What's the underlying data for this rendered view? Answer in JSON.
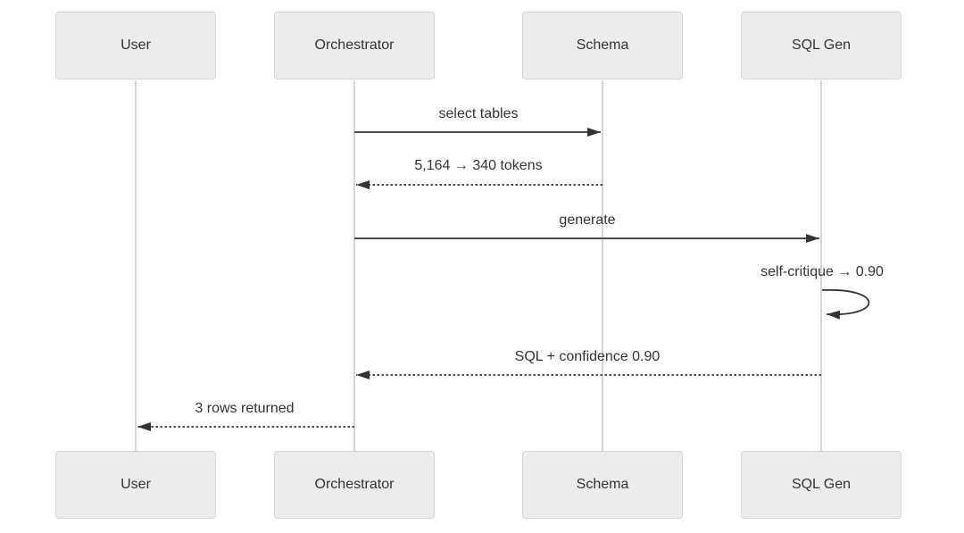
{
  "diagram": {
    "type": "sequence-diagram",
    "actors": [
      {
        "id": "user",
        "label": "User"
      },
      {
        "id": "orchestrator",
        "label": "Orchestrator"
      },
      {
        "id": "schema",
        "label": "Schema"
      },
      {
        "id": "sqlgen",
        "label": "SQL Gen"
      }
    ],
    "messages": [
      {
        "from": "Orchestrator",
        "to": "Schema",
        "label": "select tables",
        "line_style": "solid"
      },
      {
        "from": "Schema",
        "to": "Orchestrator",
        "label": "5,164 → 340 tokens",
        "line_style": "dashed"
      },
      {
        "from": "Orchestrator",
        "to": "SQL Gen",
        "label": "generate",
        "line_style": "solid"
      },
      {
        "from": "SQL Gen",
        "to": "SQL Gen",
        "label": "self-critique → 0.90",
        "line_style": "self-loop"
      },
      {
        "from": "SQL Gen",
        "to": "Orchestrator",
        "label": "SQL + confidence 0.90",
        "line_style": "dashed"
      },
      {
        "from": "Orchestrator",
        "to": "User",
        "label": "3 rows returned",
        "line_style": "dashed"
      }
    ],
    "colors": {
      "background": "#ffffff",
      "actor_fill": "#ececec",
      "actor_border": "#d4d4d4",
      "lifeline": "#d6d6d6",
      "arrow": "#333333",
      "text": "#333333"
    }
  }
}
